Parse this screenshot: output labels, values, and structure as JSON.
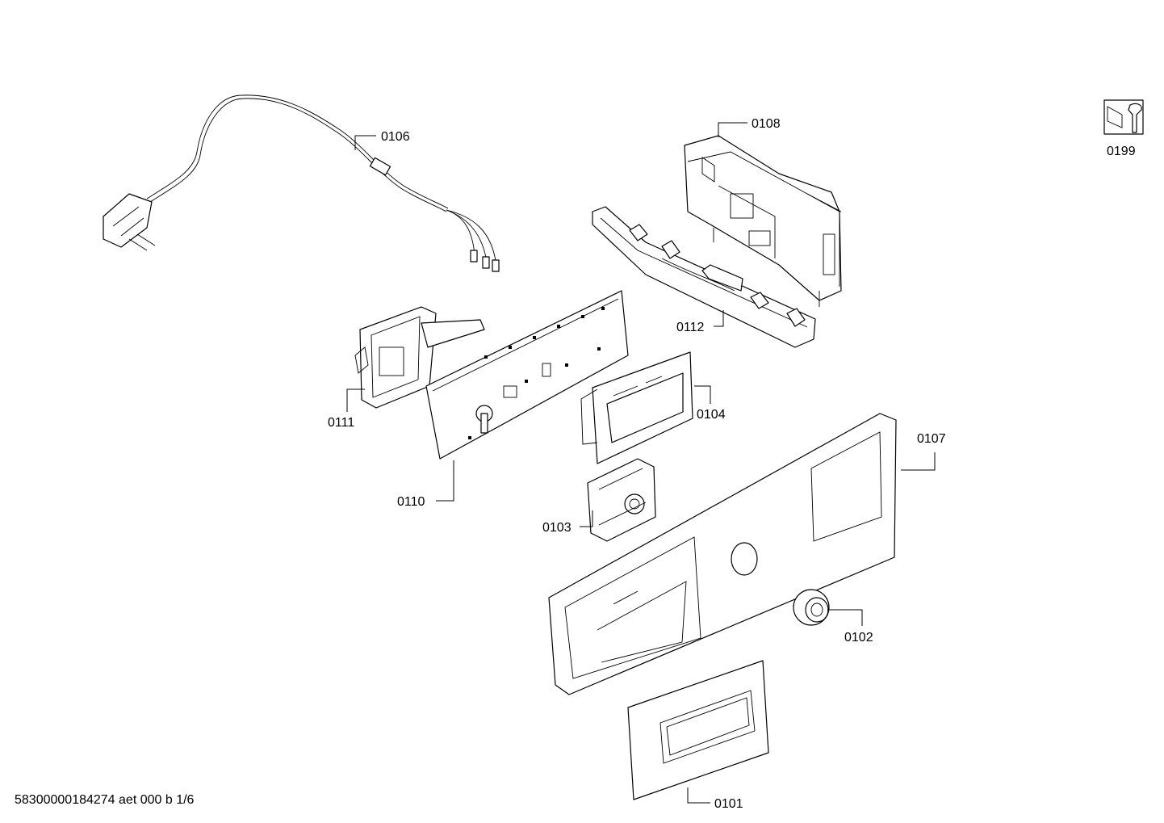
{
  "parts": [
    {
      "id": "0106",
      "label": "0106"
    },
    {
      "id": "0108",
      "label": "0108"
    },
    {
      "id": "0199",
      "label": "0199"
    },
    {
      "id": "0112",
      "label": "0112"
    },
    {
      "id": "0111",
      "label": "0111"
    },
    {
      "id": "0104",
      "label": "0104"
    },
    {
      "id": "0107",
      "label": "0107"
    },
    {
      "id": "0110",
      "label": "0110"
    },
    {
      "id": "0103",
      "label": "0103"
    },
    {
      "id": "0102",
      "label": "0102"
    },
    {
      "id": "0101",
      "label": "0101"
    }
  ],
  "footer": {
    "text": "58300000184274 aet 000 b 1/6"
  },
  "icons": {
    "service_kit": "wrench-nut-icon"
  }
}
